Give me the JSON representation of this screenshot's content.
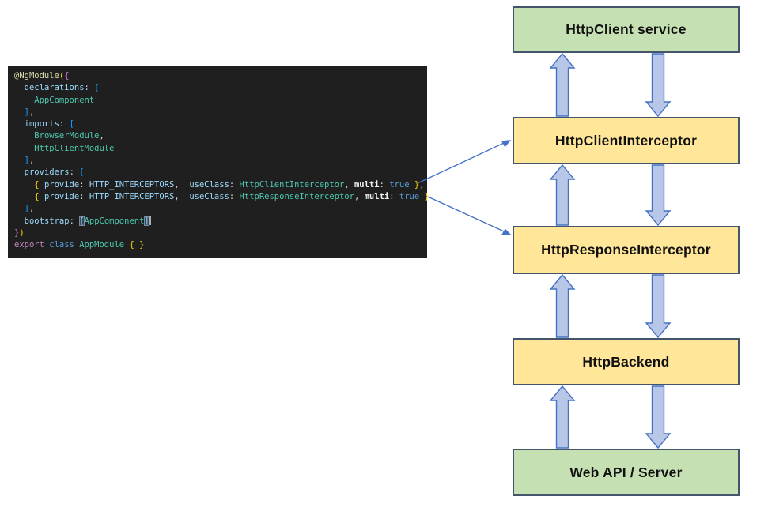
{
  "code_editor": {
    "background": "#1f1f1f",
    "language": "typescript",
    "raw": "@NgModule({\n  declarations: [\n    AppComponent\n  ],\n  imports: [\n    BrowserModule,\n    HttpClientModule\n  ],\n  providers: [\n    { provide: HTTP_INTERCEPTORS,  useClass: HttpClientInterceptor, multi: true },\n    { provide: HTTP_INTERCEPTORS,  useClass: HttpResponseInterceptor, multi: true }\n  ],\n  bootstrap: [AppComponent]\n})\nexport class AppModule { }",
    "lines": [
      {
        "tokens": [
          [
            "decorator",
            "@NgModule"
          ],
          [
            "b1",
            "("
          ],
          [
            "b2",
            "{"
          ]
        ]
      },
      {
        "tokens": [
          [
            "plain",
            "  "
          ],
          [
            "prop",
            "declarations"
          ],
          [
            "punc",
            ": "
          ],
          [
            "b3",
            "["
          ]
        ]
      },
      {
        "tokens": [
          [
            "plain",
            "    "
          ],
          [
            "type",
            "AppComponent"
          ]
        ]
      },
      {
        "tokens": [
          [
            "plain",
            "  "
          ],
          [
            "b3",
            "]"
          ],
          [
            "punc",
            ","
          ]
        ]
      },
      {
        "tokens": [
          [
            "plain",
            "  "
          ],
          [
            "prop",
            "imports"
          ],
          [
            "punc",
            ": "
          ],
          [
            "b3",
            "["
          ]
        ]
      },
      {
        "tokens": [
          [
            "plain",
            "    "
          ],
          [
            "type",
            "BrowserModule"
          ],
          [
            "punc",
            ","
          ]
        ]
      },
      {
        "tokens": [
          [
            "plain",
            "    "
          ],
          [
            "type",
            "HttpClientModule"
          ]
        ]
      },
      {
        "tokens": [
          [
            "plain",
            "  "
          ],
          [
            "b3",
            "]"
          ],
          [
            "punc",
            ","
          ]
        ]
      },
      {
        "tokens": [
          [
            "plain",
            "  "
          ],
          [
            "prop",
            "providers"
          ],
          [
            "punc",
            ": "
          ],
          [
            "b3",
            "["
          ]
        ]
      },
      {
        "tokens": [
          [
            "plain",
            "    "
          ],
          [
            "b1",
            "{ "
          ],
          [
            "prop",
            "provide"
          ],
          [
            "punc",
            ": "
          ],
          [
            "const",
            "HTTP_INTERCEPTORS"
          ],
          [
            "punc",
            ",  "
          ],
          [
            "prop",
            "useClass"
          ],
          [
            "punc",
            ": "
          ],
          [
            "type",
            "HttpClientInterceptor"
          ],
          [
            "punc",
            ", "
          ],
          [
            "bold",
            "multi"
          ],
          [
            "punc",
            ": "
          ],
          [
            "kw",
            "true"
          ],
          [
            "b1",
            " }"
          ],
          [
            "punc",
            ","
          ]
        ]
      },
      {
        "tokens": [
          [
            "plain",
            "    "
          ],
          [
            "b1",
            "{ "
          ],
          [
            "prop",
            "provide"
          ],
          [
            "punc",
            ": "
          ],
          [
            "const",
            "HTTP_INTERCEPTORS"
          ],
          [
            "punc",
            ",  "
          ],
          [
            "prop",
            "useClass"
          ],
          [
            "punc",
            ": "
          ],
          [
            "type",
            "HttpResponseInterceptor"
          ],
          [
            "punc",
            ", "
          ],
          [
            "bold",
            "multi"
          ],
          [
            "punc",
            ": "
          ],
          [
            "kw",
            "true"
          ],
          [
            "b1",
            " }"
          ]
        ]
      },
      {
        "tokens": [
          [
            "plain",
            "  "
          ],
          [
            "b3",
            "]"
          ],
          [
            "punc",
            ","
          ]
        ]
      },
      {
        "tokens": [
          [
            "plain",
            "  "
          ],
          [
            "prop",
            "bootstrap"
          ],
          [
            "punc",
            ": "
          ],
          [
            "b3m",
            "["
          ],
          [
            "type",
            "AppComponent"
          ],
          [
            "b3m",
            "]"
          ],
          [
            "cursor",
            ""
          ]
        ]
      },
      {
        "tokens": [
          [
            "b2",
            "}"
          ],
          [
            "b1",
            ")"
          ]
        ]
      },
      {
        "tokens": [
          [
            "kw2",
            "export"
          ],
          [
            "plain",
            " "
          ],
          [
            "kw",
            "class"
          ],
          [
            "plain",
            " "
          ],
          [
            "type",
            "AppModule"
          ],
          [
            "plain",
            " "
          ],
          [
            "b1",
            "{ }"
          ]
        ]
      }
    ]
  },
  "diagram": {
    "boxes": [
      {
        "label": "HttpClient service",
        "color": "green"
      },
      {
        "label": "HttpClientInterceptor",
        "color": "yellow"
      },
      {
        "label": "HttpResponseInterceptor",
        "color": "yellow"
      },
      {
        "label": "HttpBackend",
        "color": "yellow"
      },
      {
        "label": "Web API / Server",
        "color": "green"
      }
    ],
    "flow": "Each gap between boxes has an upward request arrow (left) and a downward response arrow (right)",
    "code_links": [
      {
        "from": "provider line: useClass: HttpClientInterceptor",
        "to": "HttpClientInterceptor"
      },
      {
        "from": "provider line: useClass: HttpResponseInterceptor",
        "to": "HttpResponseInterceptor"
      }
    ]
  },
  "colors": {
    "box_green": "#c5e0b3",
    "box_yellow": "#ffe699",
    "box_border": "#44546a",
    "arrow_fill": "#b8c7e8",
    "arrow_stroke": "#4472c4",
    "connector": "#4472c4",
    "code_background": "#1f1f1f"
  }
}
